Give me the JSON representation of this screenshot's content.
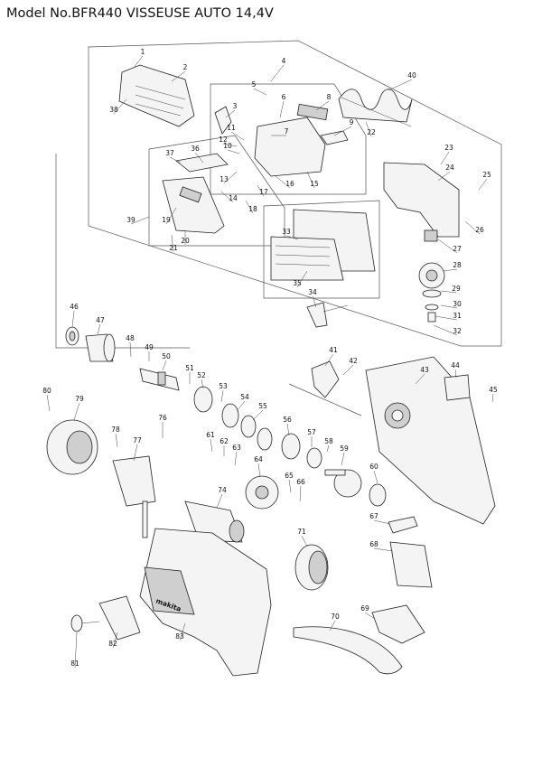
{
  "title": "Model No.BFR440 VISSEUSE AUTO 14,4V",
  "brand_logo_text": "makita",
  "parts": [
    {
      "no": "1"
    },
    {
      "no": "2"
    },
    {
      "no": "3"
    },
    {
      "no": "4"
    },
    {
      "no": "5"
    },
    {
      "no": "6"
    },
    {
      "no": "7"
    },
    {
      "no": "8"
    },
    {
      "no": "9"
    },
    {
      "no": "10"
    },
    {
      "no": "11"
    },
    {
      "no": "12"
    },
    {
      "no": "13"
    },
    {
      "no": "14"
    },
    {
      "no": "15"
    },
    {
      "no": "16"
    },
    {
      "no": "17"
    },
    {
      "no": "18"
    },
    {
      "no": "19"
    },
    {
      "no": "20"
    },
    {
      "no": "21"
    },
    {
      "no": "22"
    },
    {
      "no": "23"
    },
    {
      "no": "24"
    },
    {
      "no": "25"
    },
    {
      "no": "26"
    },
    {
      "no": "27"
    },
    {
      "no": "28"
    },
    {
      "no": "29"
    },
    {
      "no": "30"
    },
    {
      "no": "31"
    },
    {
      "no": "32"
    },
    {
      "no": "33"
    },
    {
      "no": "34"
    },
    {
      "no": "35"
    },
    {
      "no": "36"
    },
    {
      "no": "37"
    },
    {
      "no": "38"
    },
    {
      "no": "39"
    },
    {
      "no": "40"
    },
    {
      "no": "41"
    },
    {
      "no": "42"
    },
    {
      "no": "43"
    },
    {
      "no": "44"
    },
    {
      "no": "45"
    },
    {
      "no": "46"
    },
    {
      "no": "47"
    },
    {
      "no": "48"
    },
    {
      "no": "49"
    },
    {
      "no": "50"
    },
    {
      "no": "51"
    },
    {
      "no": "52"
    },
    {
      "no": "53"
    },
    {
      "no": "54"
    },
    {
      "no": "55"
    },
    {
      "no": "56"
    },
    {
      "no": "57"
    },
    {
      "no": "58"
    },
    {
      "no": "59"
    },
    {
      "no": "60"
    },
    {
      "no": "61"
    },
    {
      "no": "62"
    },
    {
      "no": "63"
    },
    {
      "no": "64"
    },
    {
      "no": "65"
    },
    {
      "no": "66"
    },
    {
      "no": "67"
    },
    {
      "no": "68"
    },
    {
      "no": "69"
    },
    {
      "no": "70"
    },
    {
      "no": "71"
    },
    {
      "no": "74"
    },
    {
      "no": "76"
    },
    {
      "no": "77"
    },
    {
      "no": "78"
    },
    {
      "no": "79"
    },
    {
      "no": "80"
    },
    {
      "no": "81"
    },
    {
      "no": "82"
    },
    {
      "no": "83"
    }
  ]
}
